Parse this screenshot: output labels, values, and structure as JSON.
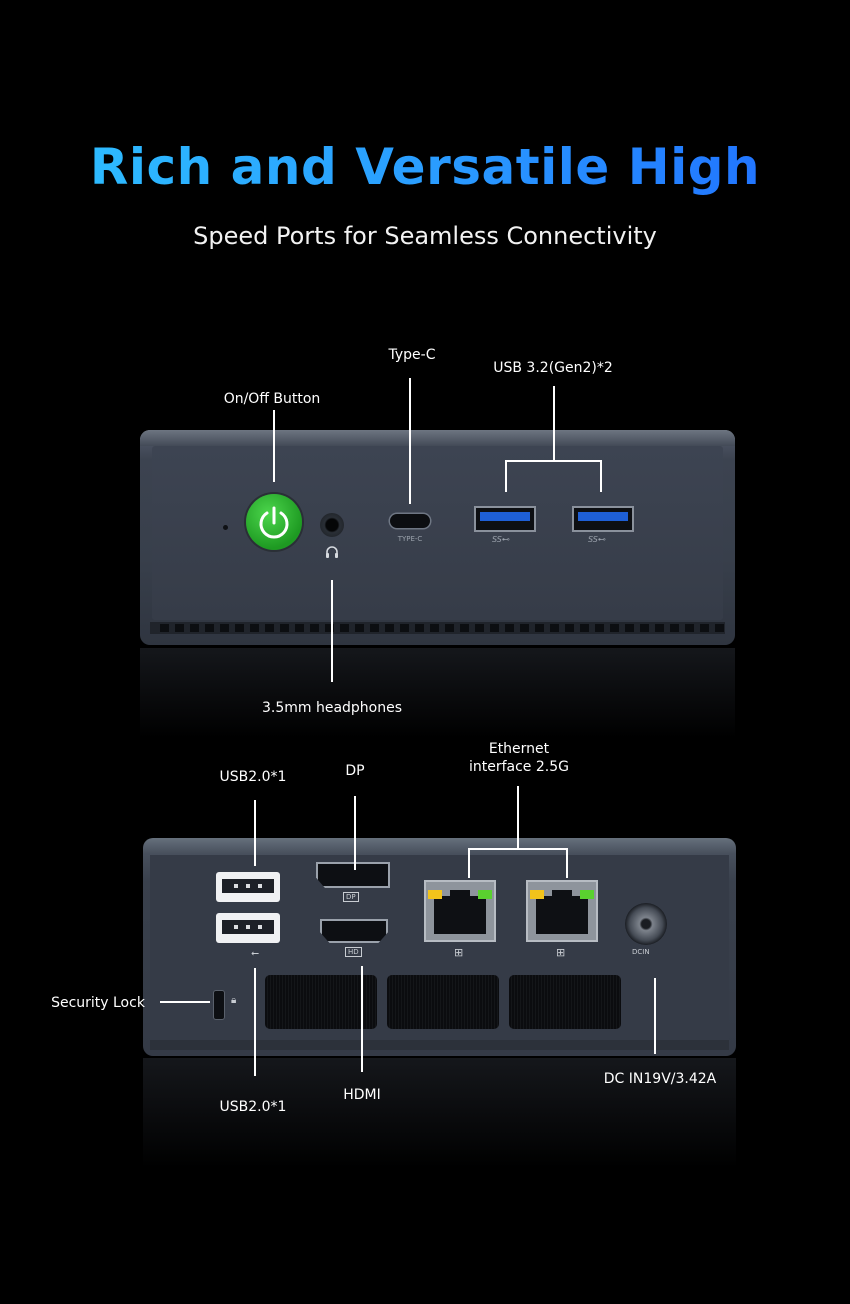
{
  "header": {
    "title": "Rich and Versatile High",
    "subtitle": "Speed Ports for Seamless Connectivity"
  },
  "front_labels": {
    "power": "On/Off Button",
    "typec": "Type-C",
    "usb32": "USB 3.2(Gen2)*2",
    "headphones": "3.5mm headphones"
  },
  "front_port_text": {
    "typec": "TYPE-C",
    "ss1": "SS⊷",
    "ss2": "SS⊷"
  },
  "back_labels": {
    "usb2_top": "USB2.0*1",
    "dp": "DP",
    "ethernet_line1": "Ethernet",
    "ethernet_line2": "interface 2.5G",
    "security_lock": "Security Lock",
    "usb2_bottom": "USB2.0*1",
    "hdmi": "HDMI",
    "dc_in": "DC IN19V/3.42A"
  },
  "back_port_text": {
    "dp": "DP",
    "hd": "HD",
    "dcin": "DCIN"
  },
  "colors": {
    "title_gradient_start": "#2ec2ff",
    "title_gradient_end": "#1f6bff",
    "power_button": "#2aa82e",
    "usb3_blue": "#1e5fd6",
    "led_yellow": "#f2c31b",
    "led_green": "#5ad12f"
  }
}
